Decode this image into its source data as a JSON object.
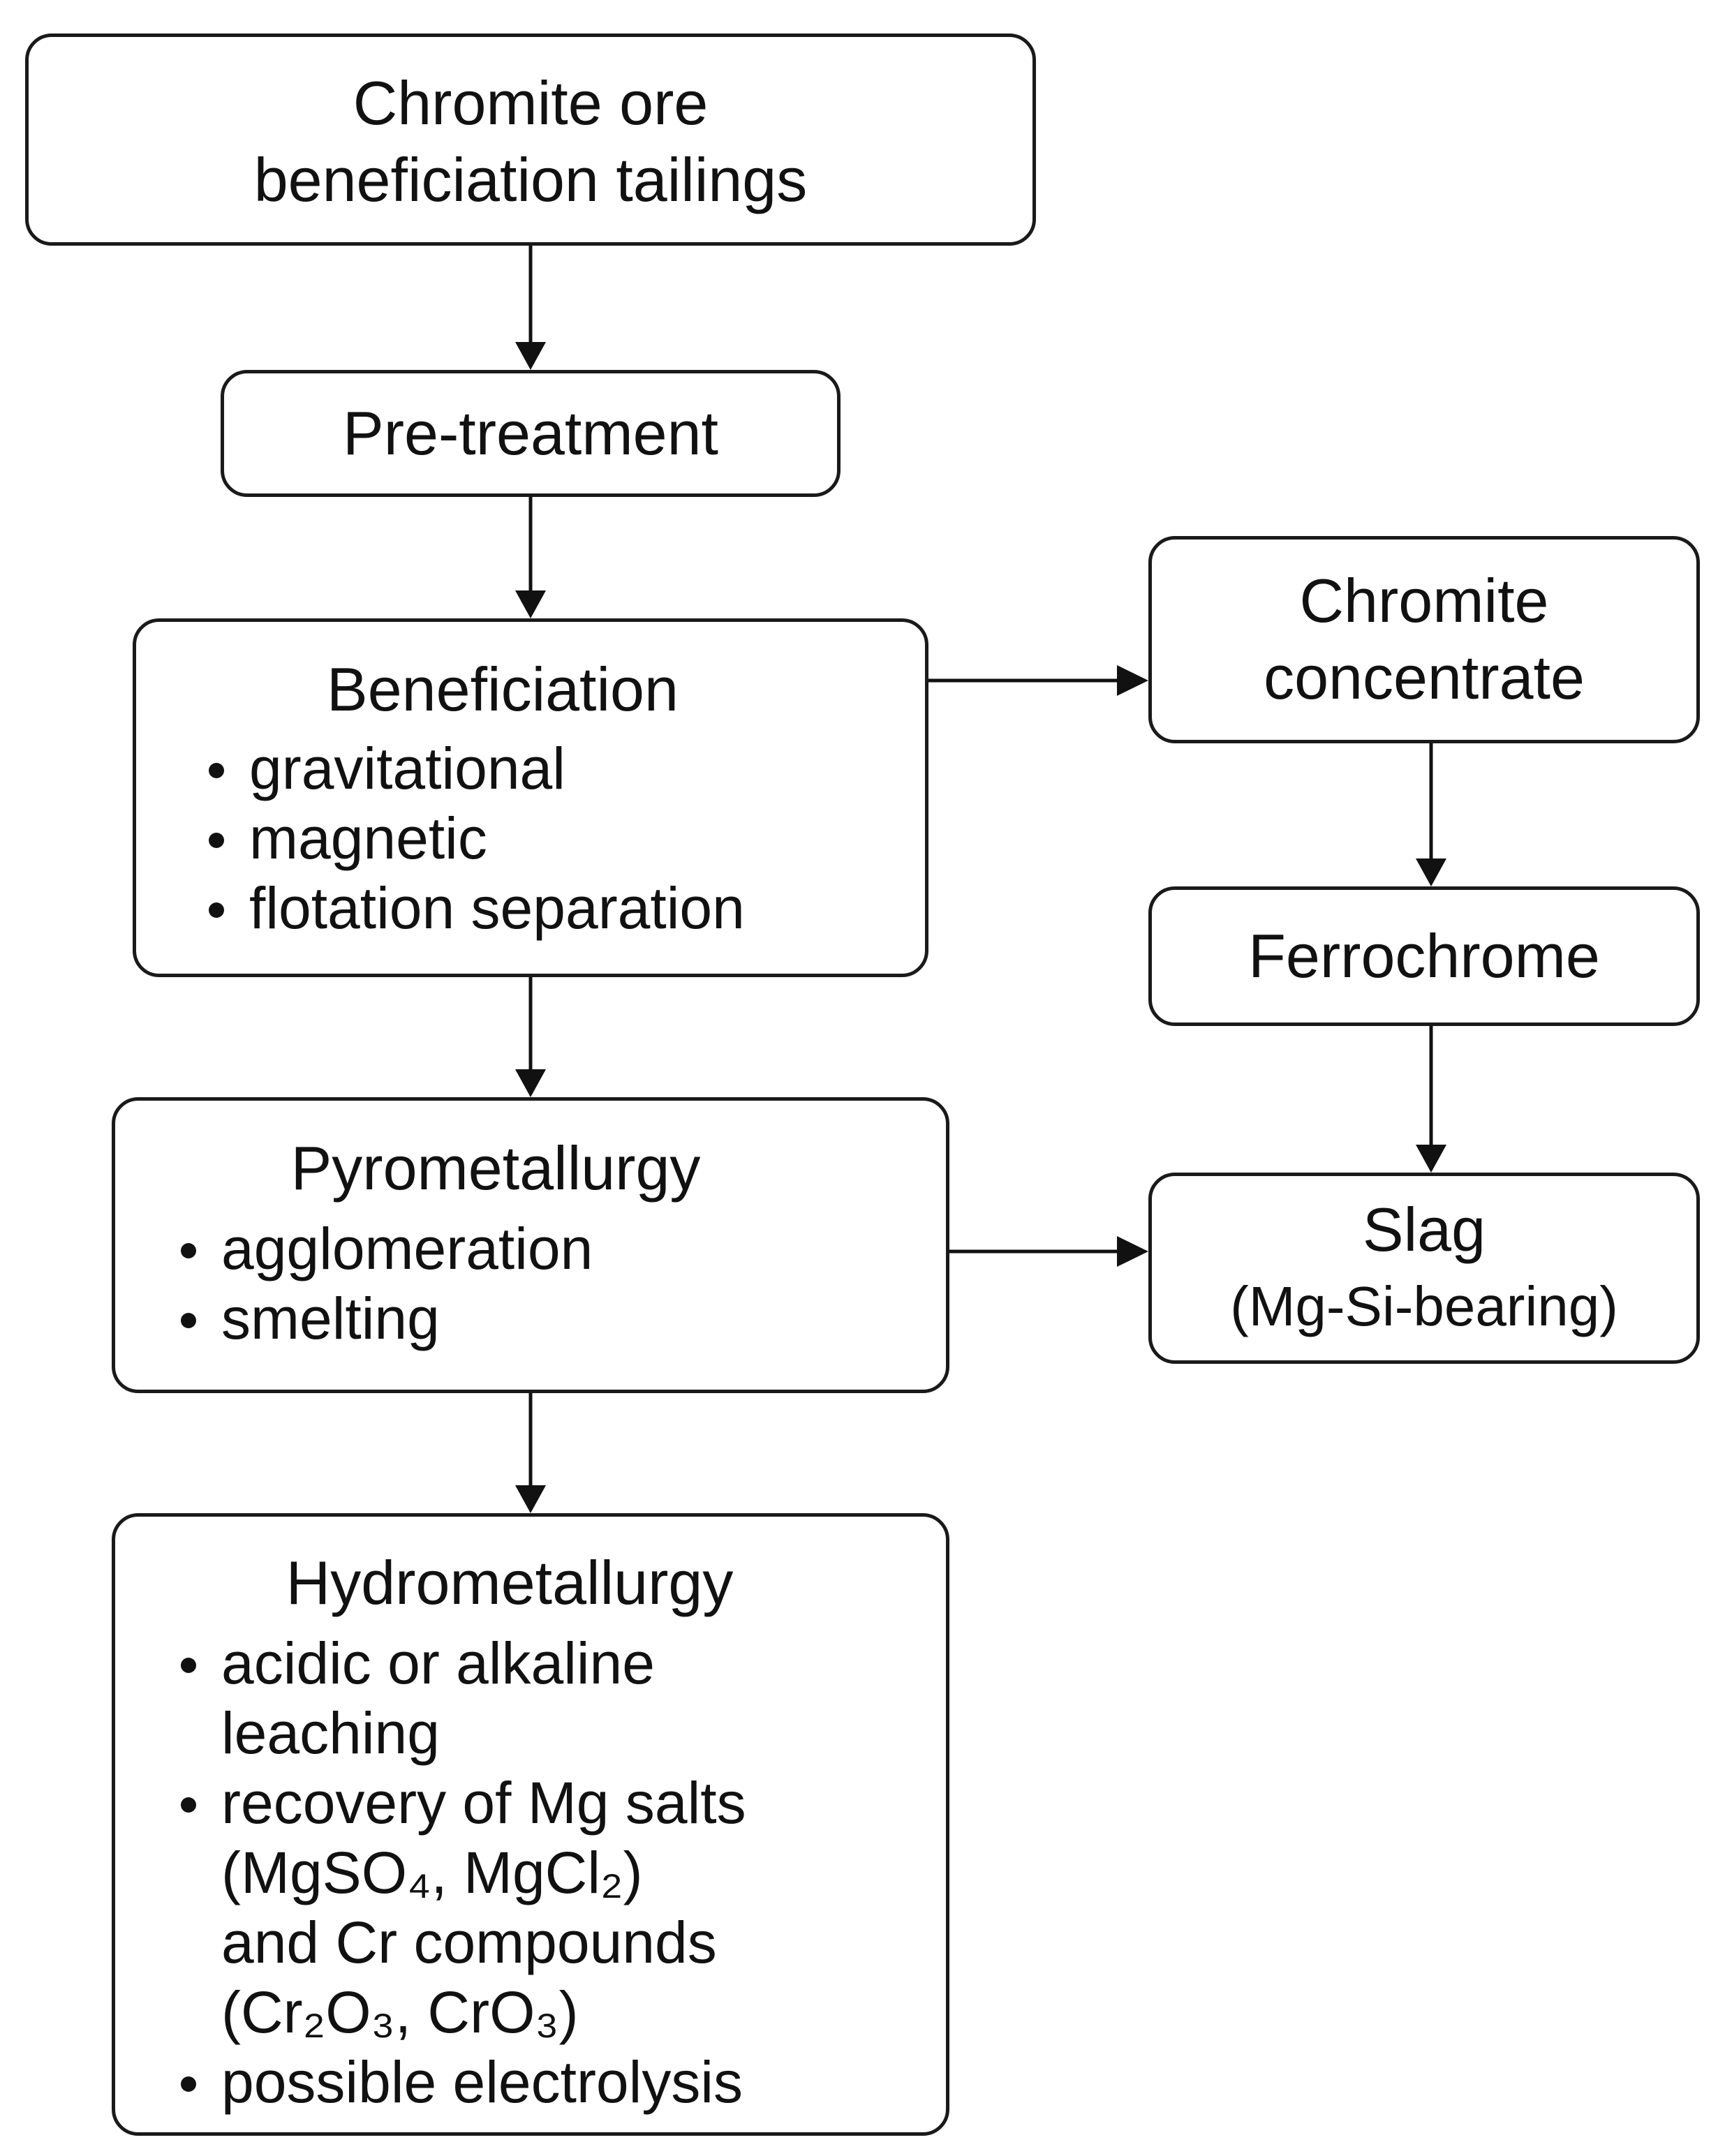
{
  "nodes": {
    "tailings": {
      "lines": [
        "Chromite ore",
        "beneficiation tailings"
      ]
    },
    "pretreatment": {
      "title": "Pre-treatment"
    },
    "beneficiation": {
      "title": "Beneficiation",
      "items": [
        "gravitational",
        "magnetic",
        "flotation separation"
      ]
    },
    "pyrometallurgy": {
      "title": "Pyrometallurgy",
      "items": [
        "agglomeration",
        "smelting"
      ]
    },
    "hydrometallurgy": {
      "title": "Hydrometallurgy",
      "items": [
        {
          "lines": [
            "acidic or alkaline",
            "leaching"
          ]
        },
        {
          "lines": [
            "recovery of Mg salts",
            "(MgSO₄, MgCl₂)",
            "and Cr compounds",
            "(Cr₂O₃, CrO₃)"
          ]
        },
        {
          "lines": [
            "possible electrolysis"
          ]
        }
      ]
    },
    "concentrate": {
      "lines": [
        "Chromite",
        "concentrate"
      ]
    },
    "ferrochrome": {
      "title": "Ferrochrome"
    },
    "slag": {
      "title": "Slag",
      "subtitle": "(Mg-Si-bearing)"
    }
  },
  "edges": [
    {
      "from": "tailings",
      "to": "pretreatment"
    },
    {
      "from": "pretreatment",
      "to": "beneficiation"
    },
    {
      "from": "beneficiation",
      "to": "concentrate"
    },
    {
      "from": "beneficiation",
      "to": "pyrometallurgy"
    },
    {
      "from": "concentrate",
      "to": "ferrochrome"
    },
    {
      "from": "ferrochrome",
      "to": "slag"
    },
    {
      "from": "pyrometallurgy",
      "to": "slag"
    },
    {
      "from": "pyrometallurgy",
      "to": "hydrometallurgy"
    }
  ]
}
